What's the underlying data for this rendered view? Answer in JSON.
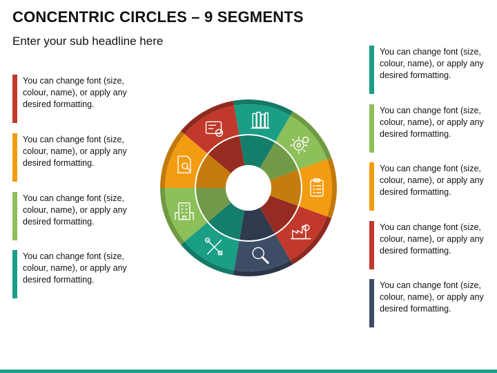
{
  "title": "CONCENTRIC CIRCLES – 9 SEGMENTS",
  "subtitle": "Enter your sub headline here",
  "notes_left": [
    {
      "text": "You can change font (size, colour, name), or apply any desired formatting.",
      "color": "#c0392b"
    },
    {
      "text": "You can change font (size, colour, name), or apply any desired formatting.",
      "color": "#f39c12"
    },
    {
      "text": "You can change font (size, colour, name), or apply any desired formatting.",
      "color": "#8dbf5a"
    },
    {
      "text": "You can change font (size, colour, name), or apply any desired formatting.",
      "color": "#1a9e86"
    }
  ],
  "notes_right": [
    {
      "text": "You can change font (size, colour, name), or apply any desired formatting.",
      "color": "#1a9e86"
    },
    {
      "text": "You can change font (size, colour, name), or apply any desired formatting.",
      "color": "#8dbf5a"
    },
    {
      "text": "You can change font (size, colour, name), or apply any desired formatting.",
      "color": "#f39c12"
    },
    {
      "text": "You can change font (size, colour, name), or apply any desired formatting.",
      "color": "#c0392b"
    },
    {
      "text": "You can change font (size, colour, name), or apply any desired formatting.",
      "color": "#3e4d66"
    }
  ],
  "segments": [
    {
      "name": "books",
      "icon": "books-icon",
      "outer": "#1a9e86",
      "inner": "#157e6b",
      "rim": "#127a67"
    },
    {
      "name": "gears",
      "icon": "gear-bulb-icon",
      "outer": "#8dbf5a",
      "inner": "#719a48",
      "rim": "#6e9a42"
    },
    {
      "name": "clipboard",
      "icon": "clipboard-icon",
      "outer": "#f39c12",
      "inner": "#c67c0c",
      "rim": "#c27a0c"
    },
    {
      "name": "factory",
      "icon": "factory-icon",
      "outer": "#c0392b",
      "inner": "#962c21",
      "rim": "#8f2a20"
    },
    {
      "name": "magnifier",
      "icon": "magnifier-icon",
      "outer": "#3e4d66",
      "inner": "#2f3a4e",
      "rim": "#2c3648"
    },
    {
      "name": "tools",
      "icon": "tools-icon",
      "outer": "#1a9e86",
      "inner": "#157e6b",
      "rim": "#127a67"
    },
    {
      "name": "building",
      "icon": "building-icon",
      "outer": "#8dbf5a",
      "inner": "#719a48",
      "rim": "#6e9a42"
    },
    {
      "name": "document",
      "icon": "document-search-icon",
      "outer": "#f39c12",
      "inner": "#c67c0c",
      "rim": "#c27a0c"
    },
    {
      "name": "checklist",
      "icon": "checklist-icon",
      "outer": "#c0392b",
      "inner": "#962c21",
      "rim": "#8f2a20"
    }
  ],
  "accent_color": "#1a9e86"
}
